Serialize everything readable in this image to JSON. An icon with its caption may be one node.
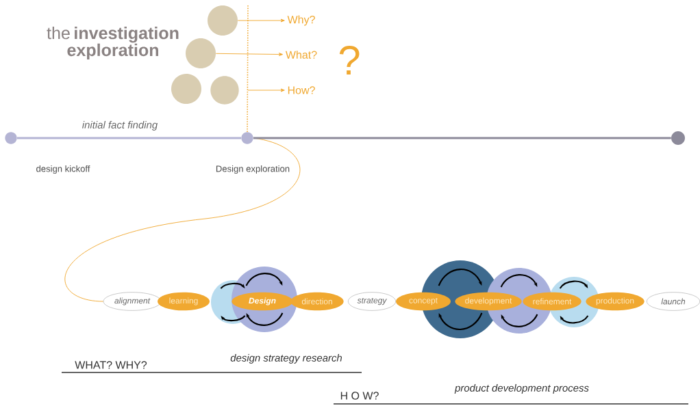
{
  "diagram": {
    "title": "the **investigation exploration**",
    "nodes": [
      {
        "text": [],
        "shape": "circle"
      },
      {
        "text": [],
        "shape": "circle"
      },
      {
        "text": [],
        "shape": "circle"
      },
      {
        "text": [],
        "shape": "circle"
      },
      {
        "text": [
          "Why?"
        ]
      },
      {
        "text": [
          "What?"
        ]
      },
      {
        "text": [
          "How?"
        ]
      },
      {
        "text": [],
        "shape": "circle",
        "beside": [
          "design kickoff"
        ]
      },
      {
        "text": [],
        "shape": "circle",
        "beside": [
          "Design exploration"
        ]
      },
      {
        "text": [],
        "shape": "circle"
      },
      {
        "text": [
          "alignment"
        ]
      },
      {
        "text": [
          "learning"
        ]
      },
      {
        "text": [
          "Design"
        ]
      },
      {
        "text": [
          "direction"
        ]
      },
      {
        "text": [
          "strategy"
        ]
      },
      {
        "text": [
          "concept"
        ]
      },
      {
        "text": [
          "development"
        ]
      },
      {
        "text": [
          "refinement"
        ]
      },
      {
        "text": [
          "production"
        ]
      },
      {
        "text": [
          "launch"
        ]
      }
    ],
    "edges": [
      {
        "from": 0,
        "to": 4,
        "arrow": "to"
      },
      {
        "from": 1,
        "to": 5,
        "arrow": "to"
      },
      {
        "from": null,
        "to": 6,
        "arrow": "to"
      },
      {
        "from": null,
        "to": 8,
        "arrow": "none",
        "style": "dashed"
      },
      {
        "from": 8,
        "to": 10,
        "arrow": "none"
      },
      {
        "from": 7,
        "to": 8,
        "arrow": "none",
        "label": "initial fact finding",
        "style": "thick",
        "color": "#b4b4d4"
      },
      {
        "from": 8,
        "to": 9,
        "arrow": "none",
        "style": "thick",
        "color": "#8c8a9a"
      }
    ],
    "labels": [
      "?",
      "WHAT? WHY?",
      "design strategy research",
      "H O W?",
      "product development process"
    ]
  }
}
